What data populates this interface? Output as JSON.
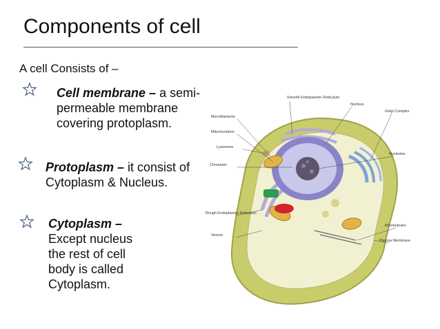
{
  "slide": {
    "title": "Components of cell",
    "intro": "A cell Consists of –",
    "bullets": [
      {
        "term": "Cell membrane –",
        "desc": " a semi-",
        "lines": [
          "permeable membrane",
          "covering protoplasm."
        ]
      },
      {
        "term": "Protoplasm –",
        "desc": " it consist of",
        "lines": [
          "Cytoplasm & Nucleus."
        ]
      },
      {
        "term": "Cytoplasm –",
        "desc": "",
        "lines": [
          "Except nucleus",
          "the rest of cell",
          "body is called",
          "Cytoplasm."
        ]
      }
    ],
    "bullet_icon": "star-outline-icon"
  },
  "diagram": {
    "labels": {
      "smooth_er": "Smooth Endoplasmic Reticulum",
      "nucleus": "Nucleus",
      "microfilaments": "Microfilaments",
      "mitochondrion": "Mitochondrion",
      "golgi": "Golgi Complex",
      "lysosome": "Lysosome",
      "chromatin": "Chromatin",
      "nucleolus": "Nucleolus",
      "rough_er": "Rough Endoplasmic Reticulum",
      "vesicle": "Vesicle",
      "microtubules": "Microtubules",
      "plasma_membrane": "Plasma Membrane"
    }
  },
  "colors": {
    "membrane": "#c9cc6a",
    "cytoplasm": "#f1f1d2",
    "nucleus_envelope": "#8b83c7",
    "nucleoplasm": "#c8c8ea",
    "nucleolus": "#5e546c",
    "golgi": "#7fa2d8",
    "mitochondria": "#e1b44a",
    "er": "#b3a9d9",
    "chloro_green": "#2f9b4c",
    "vesicle_red": "#d3232b",
    "star": "#4b5d85"
  }
}
